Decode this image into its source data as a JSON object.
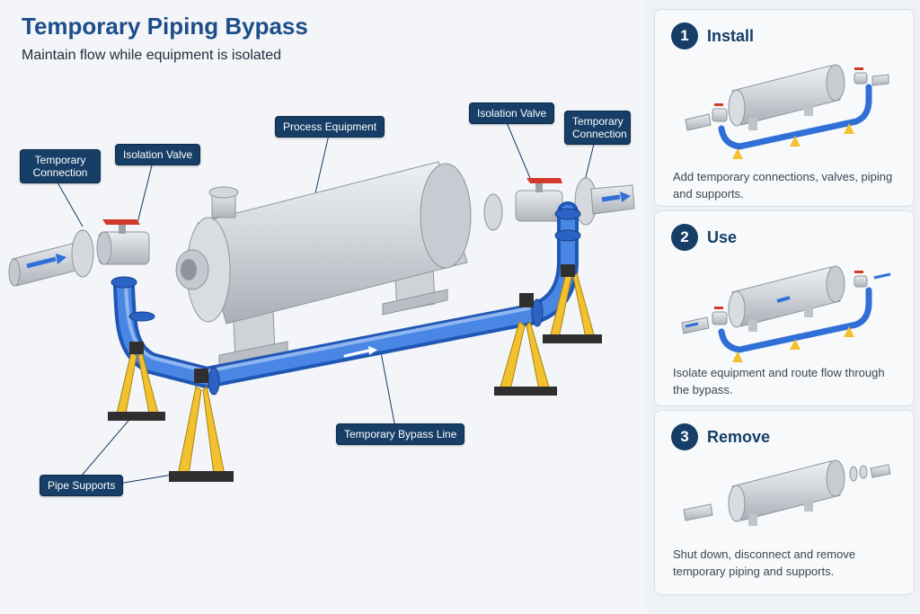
{
  "header": {
    "title": "Temporary Piping Bypass",
    "subtitle": "Maintain flow while equipment is isolated"
  },
  "callouts": {
    "temp_connection_left": "Temporary Connection",
    "isolation_valve_left": "Isolation Valve",
    "process_equipment": "Process Equipment",
    "isolation_valve_right": "Isolation Valve",
    "temp_connection_right": "Temporary Connection",
    "bypass_line": "Temporary Bypass Line",
    "pipe_supports": "Pipe Supports"
  },
  "steps": [
    {
      "number": "1",
      "title": "Install",
      "description": "Add temporary connections, valves, piping and supports."
    },
    {
      "number": "2",
      "title": "Use",
      "description": "Isolate equipment and route flow through the bypass."
    },
    {
      "number": "3",
      "title": "Remove",
      "description": "Shut down, disconnect and remove temporary piping and supports."
    }
  ],
  "colors": {
    "accent": "#1d4e89",
    "callout_bg": "#163e66",
    "bypass_pipe": "#2f6fd6",
    "support": "#f2c12e",
    "valve_handle": "#d23b2b",
    "equipment": "#c9cdd3"
  }
}
